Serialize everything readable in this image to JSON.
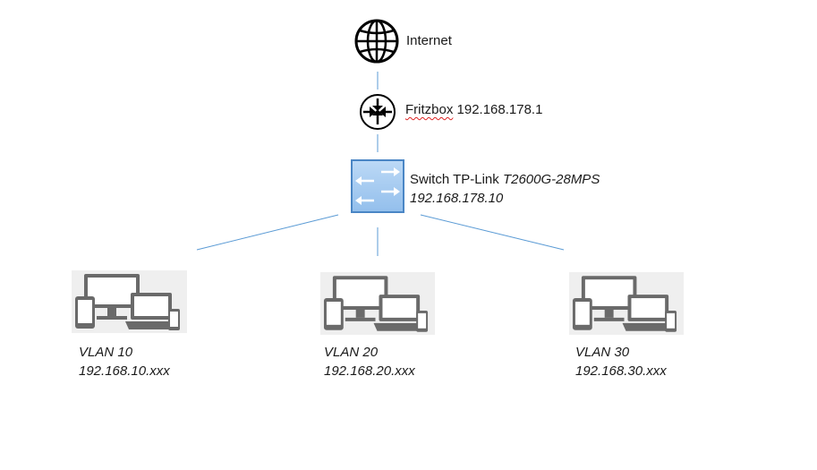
{
  "internet": {
    "label": "Internet",
    "icon": "globe-icon"
  },
  "router": {
    "name": "Fritzbox",
    "ip": "192.168.178.1",
    "icon": "router-icon"
  },
  "switch": {
    "prefix": "Switch TP-Link",
    "model": "T2600G-28MPS",
    "ip": "192.168.178.10",
    "icon": "switch-icon",
    "color": "#a9cdf2"
  },
  "vlans": [
    {
      "name": "VLAN 10",
      "subnet": "192.168.10.xxx",
      "icon": "devices-icon"
    },
    {
      "name": "VLAN 20",
      "subnet": "192.168.20.xxx",
      "icon": "devices-icon"
    },
    {
      "name": "VLAN 30",
      "subnet": "192.168.30.xxx",
      "icon": "devices-icon"
    }
  ],
  "colors": {
    "link": "#5b9bd5",
    "icon": "#000000",
    "device": "#6a6a6a"
  }
}
